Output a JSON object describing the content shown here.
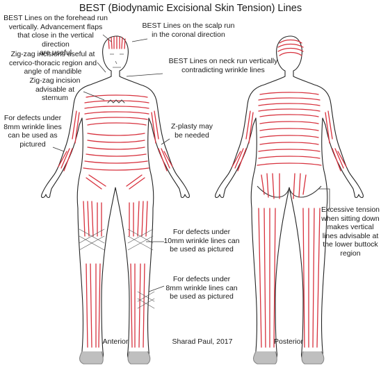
{
  "title": "BEST (Biodynamic Excisional Skin Tension) Lines",
  "annotations": {
    "forehead": "BEST Lines on the forehead run\nvertically. Advancement flaps\nthat close in the vertical direction\nare useful",
    "scalp": "BEST Lines on the scalp run\nin the coronal direction",
    "zigzag_cervico": "Zig-zag incisions useful at\ncervico-thoracic region and\nangle of mandible",
    "neck": "BEST Lines on neck run vertically\ncontradicting wrinkle lines",
    "zigzag_sternum": "Zig-zag incision\nadvisable at\nsternum",
    "defects_8mm_arm": "For defects under\n8mm wrinkle lines\ncan be used as\npictured",
    "zplasty": "Z-plasty may\nbe needed",
    "excessive_tension": "Excessive tension\nwhen sitting down\nmakes vertical\nlines advisable at\nthe lower buttock\nregion",
    "defects_10mm": "For defects under\n10mm wrinkle lines can\nbe used as pictured",
    "defects_8mm_leg": "For defects under\n8mm wrinkle lines can\nbe used as pictured"
  },
  "view_labels": {
    "anterior": "Anterior",
    "posterior": "Posterior"
  },
  "credit": "Sharad Paul, 2017",
  "colors": {
    "line": "#d7303c",
    "outline": "#222222",
    "foot": "#bfbfbf",
    "leader": "#333333"
  }
}
